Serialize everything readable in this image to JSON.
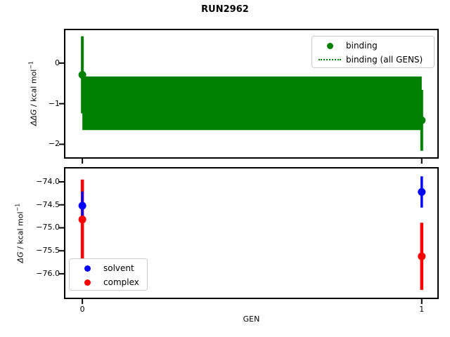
{
  "title": "RUN2962",
  "xlabel": "GEN",
  "colors": {
    "binding": "#008000",
    "solvent": "#0000ff",
    "complex": "#ff0000",
    "spine": "#000000",
    "legend_border": "#cccccc",
    "background": "#ffffff"
  },
  "axes": {
    "top": {
      "ylabel": {
        "symbol": "ΔΔG",
        "unit": " / kcal mol",
        "exponent": "−1"
      }
    },
    "bottom": {
      "ylabel": {
        "symbol": "ΔG",
        "unit": " / kcal mol",
        "exponent": "−1"
      }
    }
  },
  "legends": {
    "top": {
      "items": [
        {
          "label": "binding",
          "marker": "dot",
          "color": "#008000"
        },
        {
          "label": "binding (all GENS)",
          "marker": "dotted-line",
          "color": "#008000"
        }
      ]
    },
    "bottom": {
      "items": [
        {
          "label": "solvent",
          "marker": "dot",
          "color": "#0000ff"
        },
        {
          "label": "complex",
          "marker": "dot",
          "color": "#ff0000"
        }
      ]
    }
  },
  "chart_data": [
    {
      "type": "scatter",
      "subtype": "errorbar",
      "position": "top",
      "title": "RUN2962",
      "xlabel": "GEN",
      "ylabel": "ΔΔG / kcal mol⁻¹",
      "xlim": [
        -0.05,
        1.046
      ],
      "ylim": [
        -2.32,
        0.81
      ],
      "xticks": [
        0,
        1
      ],
      "xtick_labels": null,
      "yticks": [
        0,
        -1,
        -2
      ],
      "ytick_labels": [
        "0",
        "−1",
        "−2"
      ],
      "grid": false,
      "legend_position": "upper right",
      "series": [
        {
          "name": "binding",
          "color": "#008000",
          "x": [
            0,
            1
          ],
          "y": [
            -0.29,
            -1.41
          ],
          "yerr": [
            0.95,
            0.75
          ],
          "lw": 4,
          "marker_radius": 5.5
        }
      ],
      "band": {
        "name": "binding (all GENS)",
        "color": "#008000",
        "x": [
          0,
          1
        ],
        "mean": -0.99,
        "low": -1.65,
        "high": -0.33,
        "line_style": "dotted"
      }
    },
    {
      "type": "scatter",
      "subtype": "errorbar",
      "position": "bottom",
      "xlabel": "GEN",
      "ylabel": "ΔG / kcal mol⁻¹",
      "xlim": [
        -0.05,
        1.046
      ],
      "ylim": [
        -76.52,
        -73.71
      ],
      "xticks": [
        0,
        1
      ],
      "xtick_labels": [
        "0",
        "1"
      ],
      "yticks": [
        -74.0,
        -74.5,
        -75.0,
        -75.5,
        -76.0
      ],
      "ytick_labels": [
        "−74.0",
        "−74.5",
        "−75.0",
        "−75.5",
        "−76.0"
      ],
      "grid": false,
      "legend_position": "lower left",
      "series": [
        {
          "name": "complex",
          "color": "#ff0000",
          "x": [
            0,
            1
          ],
          "y": [
            -74.82,
            -75.62
          ],
          "yerr": [
            0.87,
            0.73
          ],
          "lw": 4.5,
          "marker_radius": 5.5
        },
        {
          "name": "solvent",
          "color": "#0000ff",
          "x": [
            0,
            1
          ],
          "y": [
            -74.52,
            -74.22
          ],
          "yerr": [
            0.31,
            0.34
          ],
          "lw": 3.5,
          "marker_radius": 5.5
        }
      ]
    }
  ]
}
